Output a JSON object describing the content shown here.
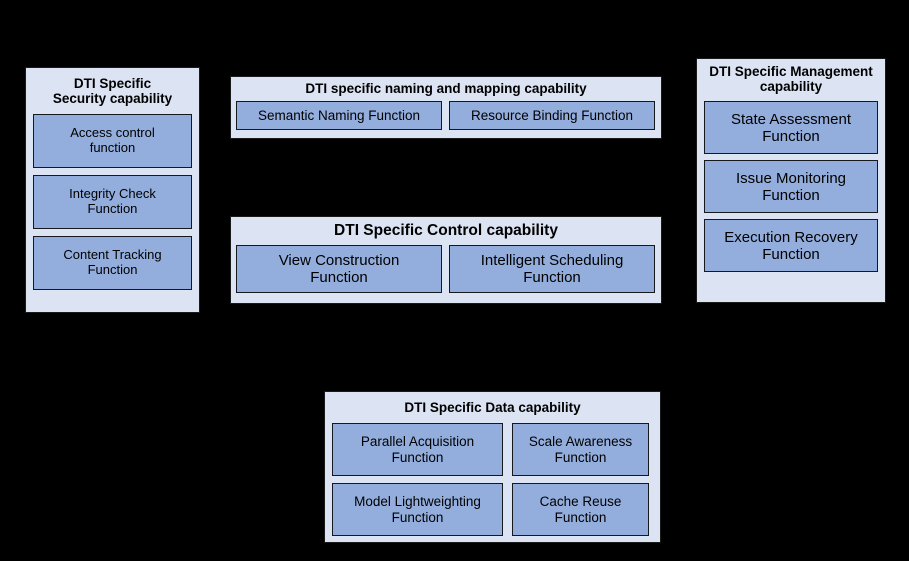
{
  "diagram": {
    "background_color": "#000000",
    "panel_fill": "#dce3f3",
    "function_fill": "#93aedd",
    "border_color": "#15181c",
    "panels": [
      {
        "id": "security",
        "title": "DTI Specific\nSecurity capability",
        "functions": [
          {
            "label": "Access control\nfunction"
          },
          {
            "label": "Integrity Check\nFunction"
          },
          {
            "label": "Content Tracking\nFunction"
          }
        ]
      },
      {
        "id": "naming",
        "title": "DTI specific naming and mapping capability",
        "functions": [
          {
            "label": "Semantic Naming Function"
          },
          {
            "label": "Resource Binding Function"
          }
        ]
      },
      {
        "id": "control",
        "title": "DTI Specific Control capability",
        "functions": [
          {
            "label": "View Construction\nFunction"
          },
          {
            "label": "Intelligent Scheduling\nFunction"
          }
        ]
      },
      {
        "id": "management",
        "title": "DTI Specific Management\ncapability",
        "functions": [
          {
            "label": "State Assessment\nFunction"
          },
          {
            "label": "Issue Monitoring\nFunction"
          },
          {
            "label": "Execution Recovery\nFunction"
          }
        ]
      },
      {
        "id": "data",
        "title": "DTI Specific Data capability",
        "functions": [
          {
            "label": "Parallel Acquisition\nFunction"
          },
          {
            "label": "Scale Awareness\nFunction"
          },
          {
            "label": "Model Lightweighting\nFunction"
          },
          {
            "label": "Cache Reuse\nFunction"
          }
        ]
      }
    ]
  }
}
